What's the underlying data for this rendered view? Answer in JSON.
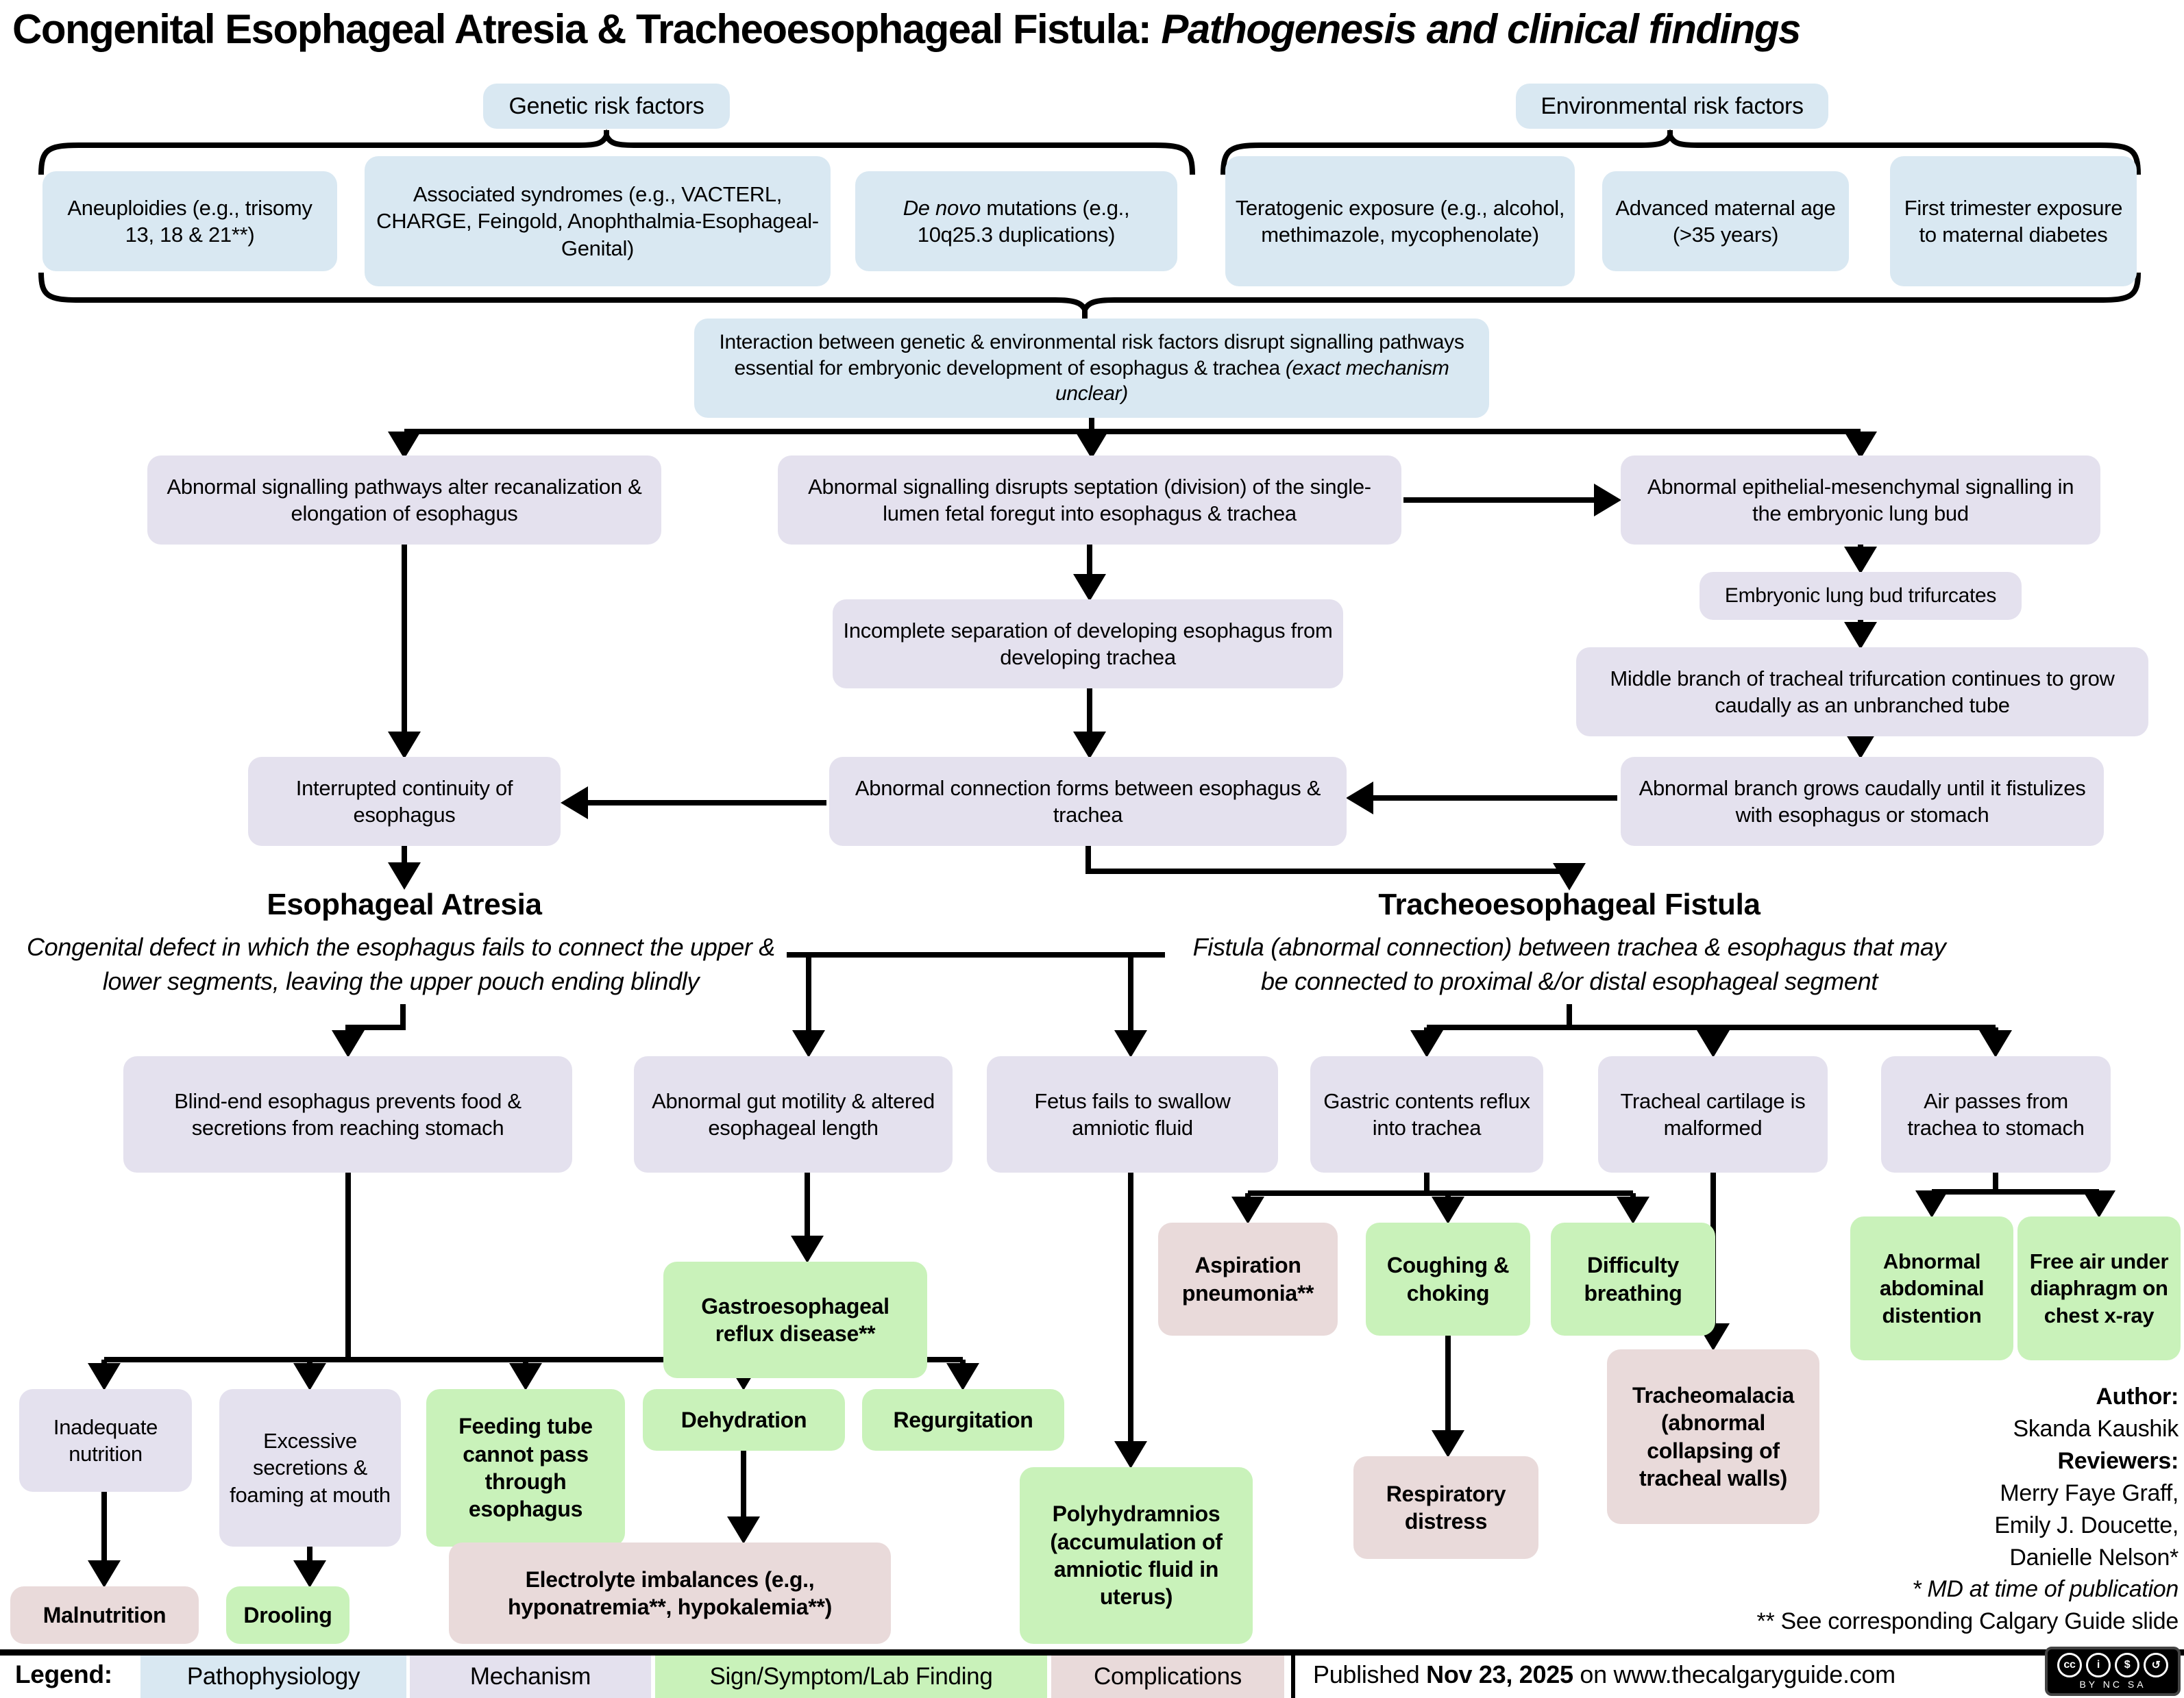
{
  "title": {
    "main": "Congenital Esophageal Atresia & Tracheoesophageal Fistula: ",
    "italic": "Pathogenesis and clinical findings"
  },
  "headers": {
    "genetic": "Genetic risk factors",
    "environmental": "Environmental risk factors"
  },
  "risk_factors": {
    "aneuploidies": "Aneuploidies (e.g., trisomy 13, 18 & 21**)",
    "syndromes": "Associated syndromes (e.g., VACTERL, CHARGE, Feingold, Anophthalmia-Esophageal-Genital)",
    "de_novo_italic": "De novo",
    "de_novo_rest": " mutations (e.g., 10q25.3 duplications)",
    "teratogenic": "Teratogenic exposure (e.g., alcohol, methimazole, mycophenolate)",
    "maternal_age": "Advanced maternal age (>35 years)",
    "diabetes": "First trimester exposure to maternal diabetes"
  },
  "pathway": {
    "interaction_main": "Interaction between genetic & environmental risk factors disrupt signalling pathways essential for embryonic development of esophagus & trachea ",
    "interaction_italic": "(exact mechanism unclear)",
    "recanalization": "Abnormal signalling pathways alter recanalization & elongation of esophagus",
    "septation": "Abnormal signalling disrupts septation (division) of the single-lumen fetal foregut into esophagus & trachea",
    "epithelial": "Abnormal epithelial-mesenchymal signalling in the embryonic lung bud",
    "trifurcates": "Embryonic lung bud trifurcates",
    "middle_branch": "Middle branch of tracheal trifurcation continues to grow caudally as an unbranched tube",
    "abnormal_branch": "Abnormal branch grows caudally until it fistulizes with esophagus or stomach",
    "incomplete_separation": "Incomplete separation of developing esophagus from developing trachea",
    "abnormal_connection": "Abnormal connection forms between esophagus & trachea",
    "interrupted_continuity": "Interrupted continuity of esophagus"
  },
  "esophageal_atresia": {
    "heading": "Esophageal Atresia",
    "description": "Congenital defect in which the esophagus fails to connect the upper & lower segments, leaving the upper pouch ending blindly",
    "blind_end": "Blind-end esophagus prevents food & secretions from reaching stomach",
    "gut_motility": "Abnormal gut motility & altered esophageal length",
    "fetus_swallow": "Fetus fails to swallow amniotic fluid",
    "gerd": "Gastroesophageal reflux disease**",
    "inadequate_nutrition": "Inadequate nutrition",
    "excessive_secretions": "Excessive secretions & foaming at mouth",
    "feeding_tube": "Feeding tube cannot pass through esophagus",
    "dehydration": "Dehydration",
    "regurgitation": "Regurgitation",
    "malnutrition": "Malnutrition",
    "drooling": "Drooling",
    "electrolyte": "Electrolyte imbalances (e.g., hyponatremia**, hypokalemia**)",
    "polyhydramnios": "Polyhydramnios (accumulation of amniotic fluid in uterus)"
  },
  "tef": {
    "heading": "Tracheoesophageal Fistula",
    "description": "Fistula (abnormal connection) between trachea & esophagus that may be connected to proximal &/or distal esophageal segment",
    "gastric_reflux": "Gastric contents reflux into trachea",
    "tracheal_cartilage": "Tracheal cartilage is malformed",
    "air_passes": "Air passes from trachea to stomach",
    "aspiration": "Aspiration pneumonia**",
    "coughing": "Coughing & choking",
    "difficulty_breathing": "Difficulty breathing",
    "respiratory_distress": "Respiratory distress",
    "tracheomalacia": "Tracheomalacia (abnormal collapsing of tracheal walls)",
    "abdominal_distention": "Abnormal abdominal distention",
    "free_air": "Free air under diaphragm on chest x-ray"
  },
  "credits": {
    "author_label": "Author:",
    "author": "Skanda Kaushik",
    "reviewers_label": "Reviewers:",
    "reviewer1": "Merry Faye Graff,",
    "reviewer2": "Emily J. Doucette,",
    "reviewer3": "Danielle Nelson*",
    "footnote1": "* MD at time of publication",
    "footnote2": "** See corresponding Calgary Guide slide"
  },
  "legend": {
    "label": "Legend:",
    "items": [
      {
        "label": "Pathophysiology",
        "color": "#d9e8f2"
      },
      {
        "label": "Mechanism",
        "color": "#e4e1ee"
      },
      {
        "label": "Sign/Symptom/Lab Finding",
        "color": "#c9f2ba"
      },
      {
        "label": "Complications",
        "color": "#e9dada"
      }
    ],
    "published_prefix": "Published ",
    "published_date": "Nov 23, 2025",
    "published_suffix": " on www.thecalgaryguide.com",
    "license_text": "BY NC SA"
  },
  "colors": {
    "pathophysiology": "#d9e8f2",
    "mechanism": "#e4e1ee",
    "sign_symptom": "#c9f2ba",
    "complication": "#e9dada",
    "line": "#000000"
  }
}
